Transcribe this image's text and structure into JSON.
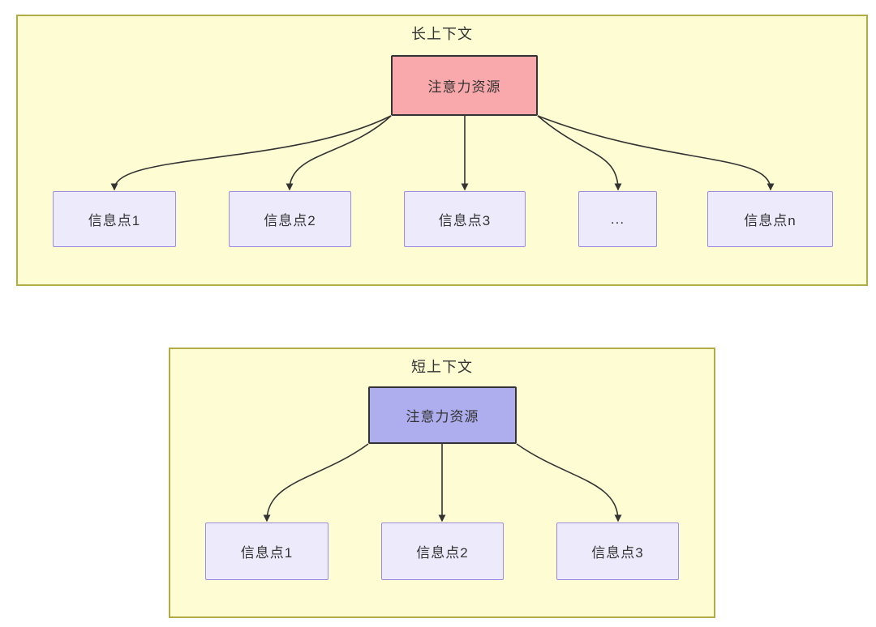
{
  "colors": {
    "page_background": "#ffffff",
    "container_background": "#fdfcd3",
    "container_border": "#b1ac47",
    "attention_long_fill": "#f9a9ab",
    "attention_short_fill": "#aeadee",
    "info_node_fill": "#eceafb",
    "info_node_border": "#9c8cdf",
    "dark_node_border": "#333333",
    "edge_color": "#333333",
    "text_color": "#333333"
  },
  "diagrams": {
    "long_context": {
      "title": "长上下文",
      "attention_label": "注意力资源",
      "nodes": [
        {
          "label": "信息点1"
        },
        {
          "label": "信息点2"
        },
        {
          "label": "信息点3"
        },
        {
          "label": "..."
        },
        {
          "label": "信息点n"
        }
      ]
    },
    "short_context": {
      "title": "短上下文",
      "attention_label": "注意力资源",
      "nodes": [
        {
          "label": "信息点1"
        },
        {
          "label": "信息点2"
        },
        {
          "label": "信息点3"
        }
      ]
    }
  }
}
